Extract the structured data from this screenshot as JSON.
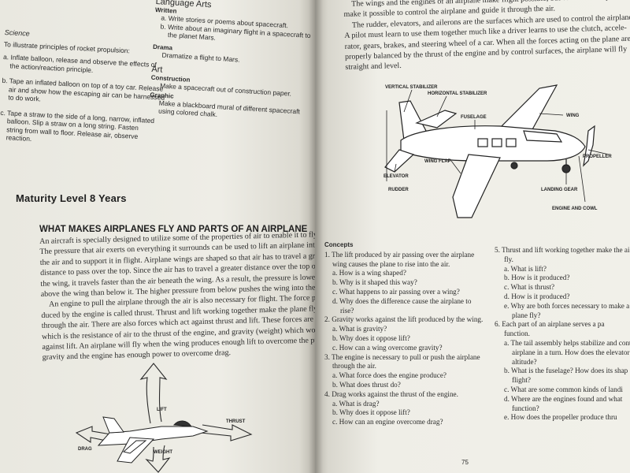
{
  "left_page": {
    "science_activities": {
      "heading": "Science",
      "intro": "To illustrate principles of rocket propulsion:",
      "items": [
        {
          "lines": [
            "a. Inflate balloon, release and observe the effects of",
            "the action/reaction principle."
          ]
        },
        {
          "lines": [
            "b. Tape an inflated balloon on top of a toy car. Release",
            "air and show how the escaping air can be harnessed",
            "to do work."
          ]
        },
        {
          "lines": [
            "c. Tape a straw to the side of a long, narrow, inflated",
            "balloon. Slip a straw on a long string. Fasten",
            "string from wall to floor. Release air, observe",
            "reaction."
          ]
        }
      ]
    },
    "arts_activities": {
      "language_arts_heading": "Language Arts",
      "written_heading": "Written",
      "written_items": [
        [
          "a. Write stories or poems about spacecraft."
        ],
        [
          "b. Write about an imaginary flight in a spacecraft to",
          "the planet Mars."
        ]
      ],
      "drama_heading": "Drama",
      "drama_text": "Dramatize a flight to Mars.",
      "art_heading": "Art",
      "construction_heading": "Construction",
      "construction_text": "Make a spacecraft out of construction paper.",
      "graphic_heading": "Graphic",
      "graphic_lines": [
        "Make a blackboard mural of different spacecraft",
        "using colored chalk."
      ]
    },
    "maturity_heading": "Maturity Level 8 Years",
    "section_title": "WHAT MAKES AIRPLANES FLY AND PARTS OF AN AIRPLANE",
    "body_paragraph": [
      "An aircraft is specially designed to utilize some of the properties of air to enable it to fly.",
      "The pressure that air exerts on everything it surrounds can be used to lift an airplane into",
      "the air and to support it in flight. Airplane wings are shaped so that air has to travel a greater",
      "distance to pass over the top. Since the air has to travel a greater distance over the top of",
      "the wing, it travels faster than the air beneath the wing. As a result, the pressure is lower",
      "above the wing than below it. The higher pressure from below pushes the wing into the air.",
      "An engine to pull the airplane through the air is also necessary for flight. The force pro-",
      "duced by the engine is called thrust. Thrust and lift working together make the plane fly",
      "through the air. There are also forces which act against thrust and lift. These forces are drag",
      "which is the resistance of air to the thrust of the engine, and gravity (weight) which works",
      "against lift. An airplane will fly when the wing produces enough lift to overcome the pull of",
      "gravity and the engine has enough power to overcome drag."
    ],
    "forces_diagram": {
      "lift": "LIFT",
      "thrust": "THRUST",
      "drag": "DRAG",
      "weight": "WEIGHT"
    }
  },
  "right_page": {
    "top_paragraph": [
      "The wings and the engines of an airplane make flight possible, but various other parts",
      "make it possible to control the airplane and guide it through the air.",
      "The rudder, elevators, and ailerons are the surfaces which are used to control the airplane.",
      "A pilot must learn to use them together much like a driver learns to use the clutch, accele-",
      "rator, gears, brakes, and steering wheel of a car. When all the forces acting on the plane are",
      "properly balanced by the thrust of the engine and by control surfaces, the airplane will fly",
      "straight and level."
    ],
    "airplane_diagram": {
      "vertical_stabilizer": "VERTICAL STABILIZER",
      "horizontal_stabilizer": "HORIZONTAL STABILIZER",
      "fuselage": "FUSELAGE",
      "wing": "WING",
      "wing_flap": "WING FLAP",
      "propeller": "PROPELLER",
      "elevator": "ELEVATOR",
      "rudder": "RUDDER",
      "landing_gear": "LANDING GEAR",
      "engine_and_cowl": "ENGINE AND COWL"
    },
    "concepts_heading": "Concepts",
    "concepts_col1": [
      {
        "lines": [
          "1. The lift produced by air passing over the airplane",
          "wing causes the plane to rise into the air."
        ],
        "subs": [
          "a. How is a wing shaped?",
          "b. Why is it shaped this way?",
          "c. What happens to air passing over a wing?",
          "d. Why does the difference cause the airplane to",
          "rise?"
        ]
      },
      {
        "lines": [
          "2. Gravity works against the lift produced by the wing."
        ],
        "subs": [
          "a. What is gravity?",
          "b. Why does it oppose lift?",
          "c. How can a wing overcome gravity?"
        ]
      },
      {
        "lines": [
          "3. The engine is necessary to pull or push the airplane",
          "through the air."
        ],
        "subs": [
          "a. What force does the engine produce?",
          "b. What does thrust do?"
        ]
      },
      {
        "lines": [
          "4. Drag works against the thrust of the engine."
        ],
        "subs": [
          "a. What is drag?",
          "b. Why does it oppose lift?",
          "c. How can an engine overcome drag?"
        ]
      }
    ],
    "concepts_col2": [
      {
        "lines": [
          "5. Thrust and lift working together make the ai",
          "fly."
        ],
        "subs": [
          "a. What is lift?",
          "b. How is it produced?",
          "c. What is thrust?",
          "d. How is it produced?",
          "e. Why are both forces necessary to make a",
          "plane fly?"
        ]
      },
      {
        "lines": [
          "6. Each part of an airplane serves a pa",
          "function."
        ],
        "subs": [
          "a. The tail assembly helps stabilize and cont",
          "airplane in a turn. How does the elevator",
          "altitude?",
          "b. What is the fuselage? How does its shap",
          "flight?",
          "c. What are some common kinds of landi",
          "d. Where are the engines found and what",
          "function?",
          "e. How does the propeller produce thru"
        ]
      }
    ],
    "page_number": "75"
  }
}
